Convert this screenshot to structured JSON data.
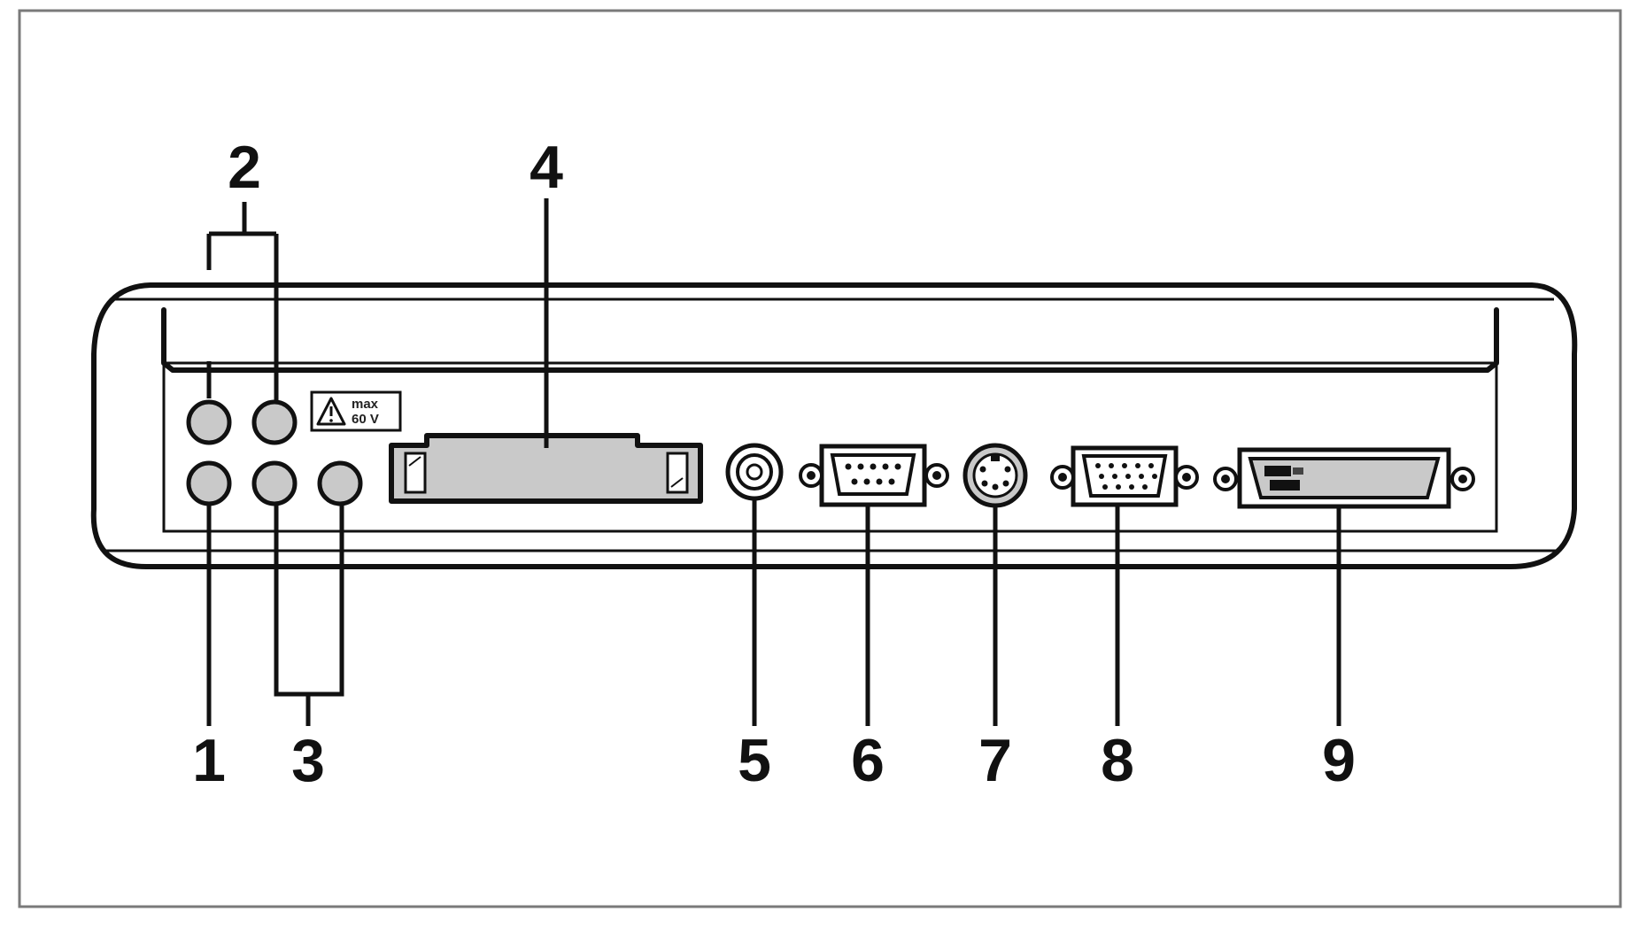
{
  "figure": {
    "callouts": [
      "1",
      "2",
      "3",
      "4",
      "5",
      "6",
      "7",
      "8",
      "9"
    ],
    "warning_label": {
      "line1": "max",
      "line2": "60 V"
    },
    "colors": {
      "line": "#111111",
      "port_fill": "#c9c9c9",
      "frame": "#7a7a7a",
      "background": "#ffffff"
    }
  }
}
